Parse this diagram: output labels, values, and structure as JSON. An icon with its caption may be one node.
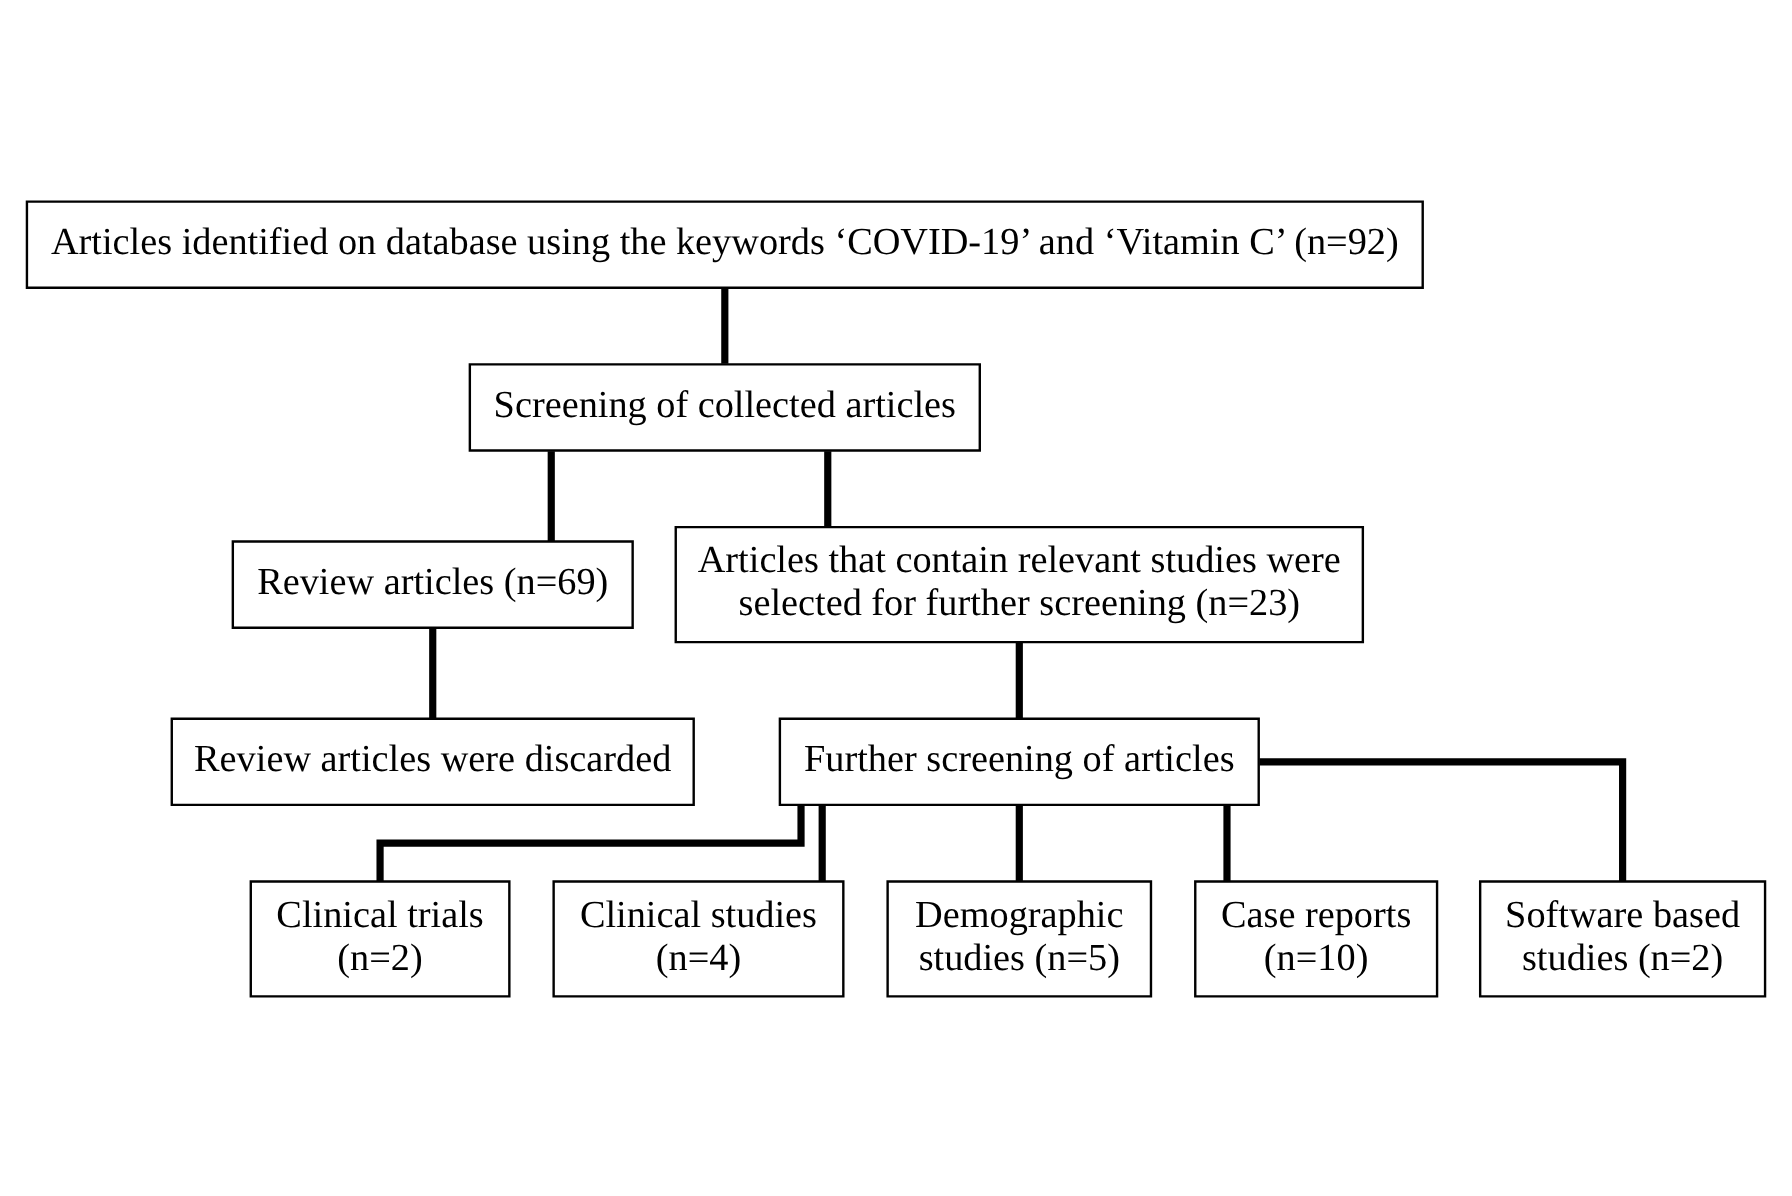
{
  "diagram": {
    "nodes": [
      {
        "text": [
          "Articles identified on database using the keywords ‘COVID-19’ and ‘Vitamin C’ (n=92)"
        ]
      },
      {
        "text": [
          "Screening of collected articles"
        ]
      },
      {
        "text": [
          "Review articles (n=69)"
        ]
      },
      {
        "text": [
          "Articles that contain relevant studies were selected for further screening (n=23)"
        ]
      },
      {
        "text": [
          "Review articles were discarded"
        ]
      },
      {
        "text": [
          "Further screening of articles"
        ]
      },
      {
        "text": [
          "Clinical trials (n=2)"
        ]
      },
      {
        "text": [
          "Clinical studies (n=4)"
        ]
      },
      {
        "text": [
          "Demographic studies (n=5)"
        ]
      },
      {
        "text": [
          "Case reports (n=10)"
        ]
      },
      {
        "text": [
          "Software based studies (n=2)"
        ]
      }
    ],
    "edges": [
      {
        "from": 0,
        "to": 1,
        "arrow": "none"
      },
      {
        "from": 1,
        "to": 2,
        "arrow": "none"
      },
      {
        "from": 1,
        "to": 3,
        "arrow": "none"
      },
      {
        "from": 2,
        "to": 4,
        "arrow": "none"
      },
      {
        "from": 3,
        "to": 5,
        "arrow": "none"
      },
      {
        "from": 5,
        "to": 6,
        "arrow": "none"
      },
      {
        "from": 5,
        "to": 7,
        "arrow": "none"
      },
      {
        "from": 5,
        "to": 8,
        "arrow": "none"
      },
      {
        "from": 5,
        "to": 9,
        "arrow": "none"
      },
      {
        "from": 5,
        "to": 10,
        "arrow": "none"
      }
    ]
  }
}
